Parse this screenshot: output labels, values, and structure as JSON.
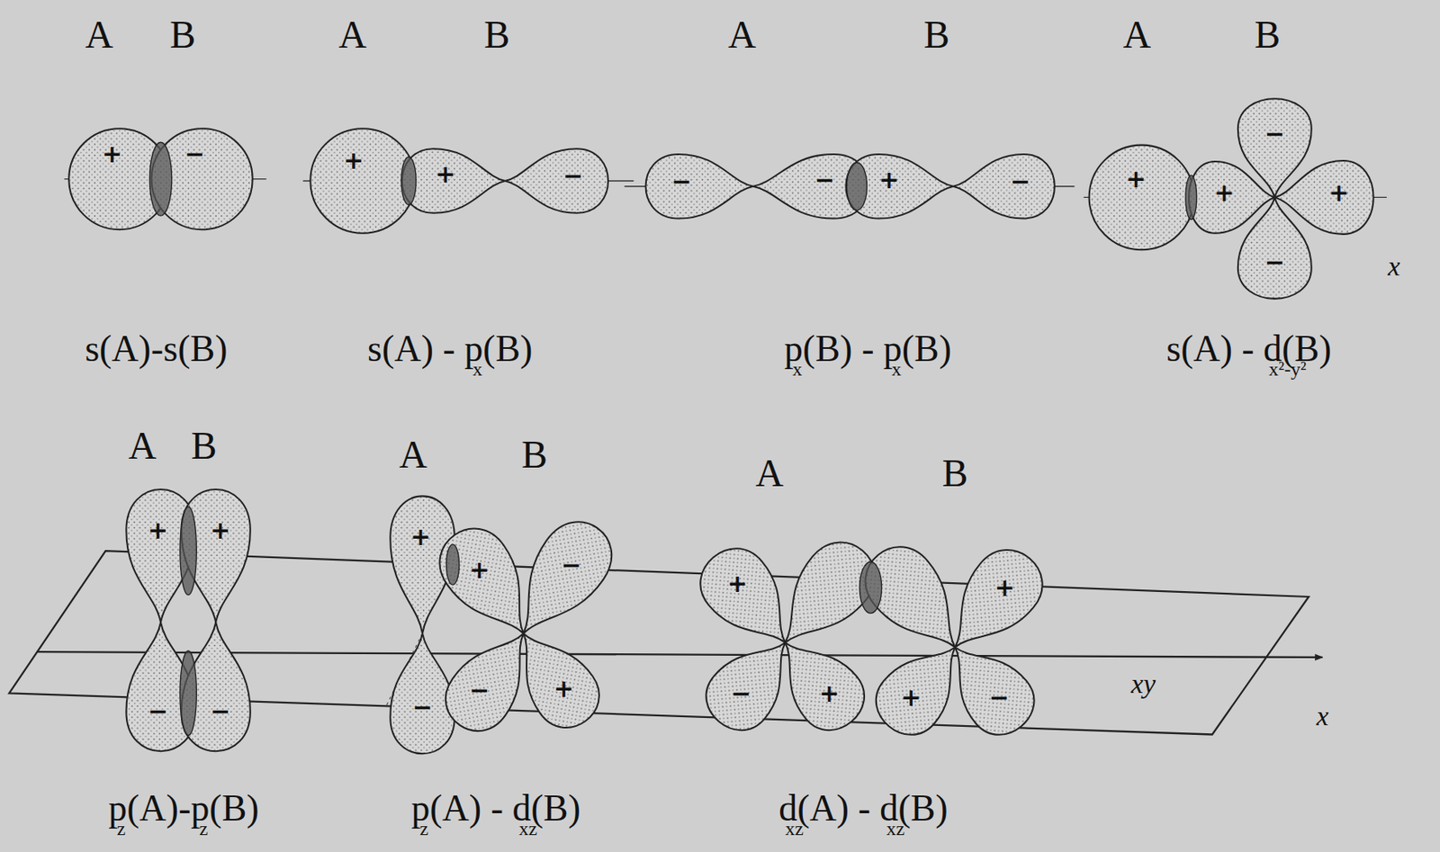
{
  "diagram": {
    "labels": [
      "A",
      "B",
      "A",
      "B",
      "A",
      "B",
      "A",
      "B",
      "+",
      "−",
      "+",
      "+",
      "−",
      "−",
      "−",
      "+",
      "−",
      "+",
      "−",
      "+",
      "+",
      "−",
      "x",
      "s(A)-s(B)",
      "s(A) - p(B)",
      "x",
      "p(B) - p(B)",
      "x",
      "x",
      "s(A) - d(B)",
      "x²-y²",
      "A",
      "B",
      "A",
      "B",
      "A",
      "B",
      "+",
      "+",
      "+",
      "+",
      "−",
      "+",
      "+",
      "−",
      "−",
      "−",
      "−",
      "+",
      "−",
      "+",
      "+",
      "−",
      "xy",
      "x",
      "p(A)-p(B)",
      "z",
      "z",
      "p(A) - d(B)",
      "z",
      "xz",
      "d(A) - d(B)",
      "xz",
      "xz"
    ]
  }
}
